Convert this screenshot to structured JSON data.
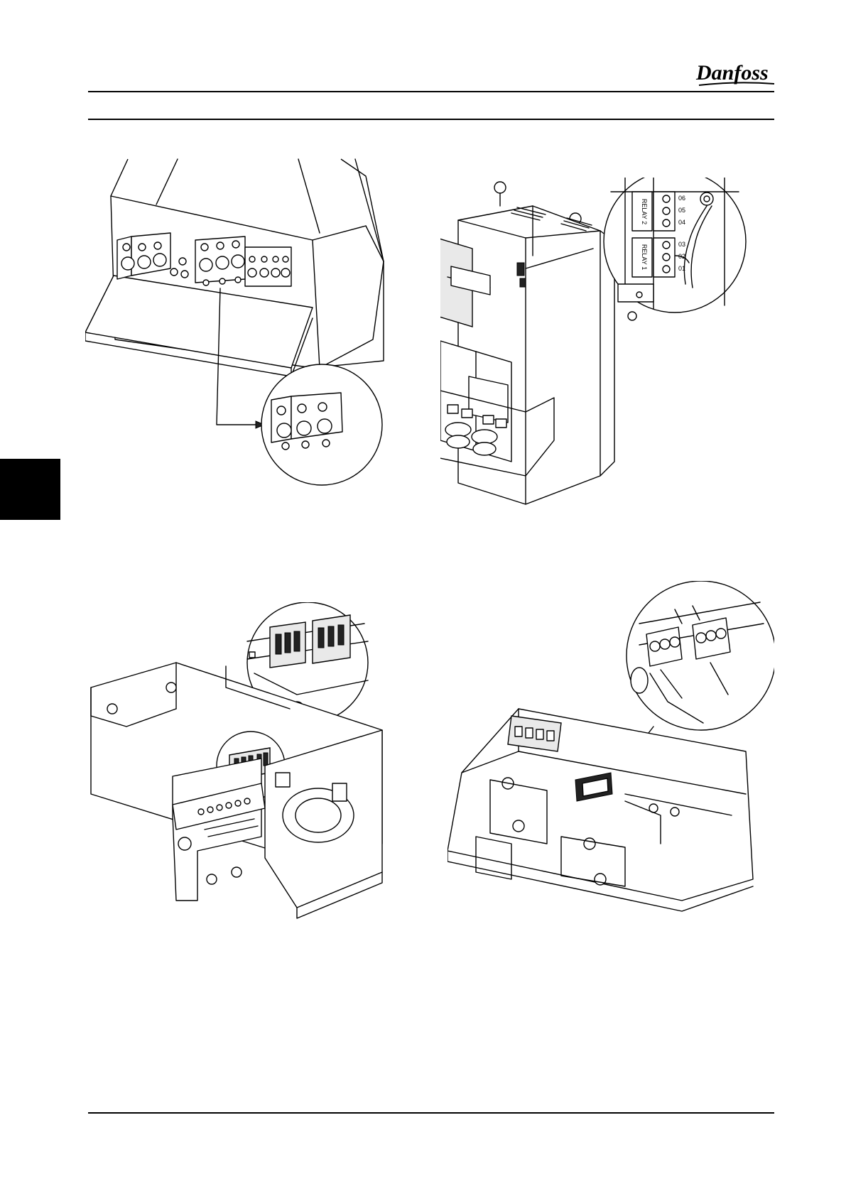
{
  "header": {
    "brand": "Danfoss",
    "logo_icon": "danfoss-logo",
    "rule_color": "#000000"
  },
  "chapter_tab": {
    "color": "#000000"
  },
  "figures": [
    {
      "name": "mains-terminals-detail",
      "icon": "terminal-block-illustration"
    },
    {
      "name": "relay-terminals-enclosure",
      "icon": "relay-terminal-illustration"
    },
    {
      "name": "terminal-block-opened-cover",
      "icon": "terminal-block-illustration"
    },
    {
      "name": "relay-plugs-top-view",
      "icon": "relay-plug-illustration"
    }
  ],
  "relay_labels": {
    "relay1": "RELAY 1",
    "relay2": "RELAY 2",
    "t01": "01",
    "t02": "02",
    "t03": "03",
    "t04": "04",
    "t05": "05",
    "t06": "06"
  }
}
